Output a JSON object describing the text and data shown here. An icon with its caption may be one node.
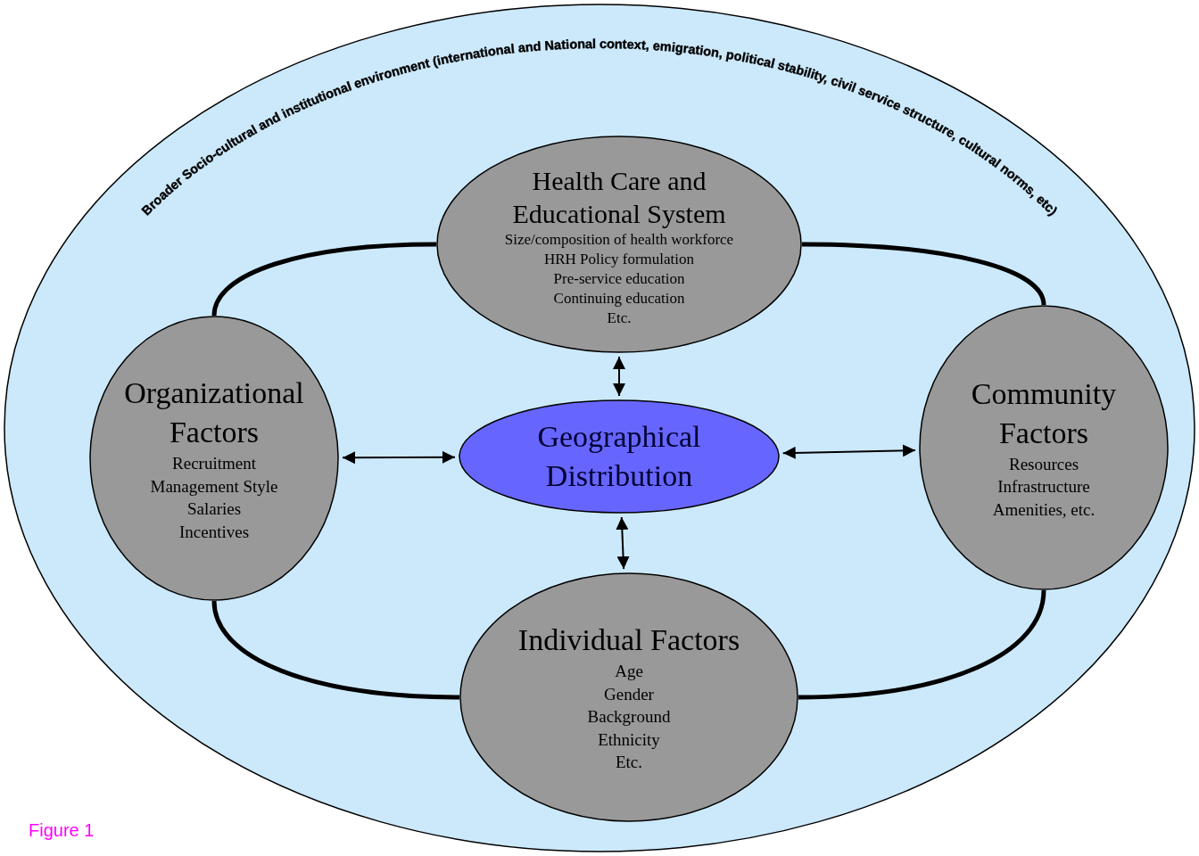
{
  "diagram": {
    "caption": "Figure 1",
    "nodes": [
      {
        "text": [
          "Broader Socio-cultural and institutional environment (international and National context, emigration, political stability, civil service structure, cultural norms, etc)"
        ]
      },
      {
        "text": [
          "Health Care and Educational System",
          "Size/composition of health workforce",
          "HRH Policy formulation",
          "Pre-service education",
          "Continuing education",
          "Etc."
        ],
        "in": 0
      },
      {
        "text": [
          "Organizational Factors",
          "Recruitment",
          "Management Style",
          "Salaries",
          "Incentives"
        ],
        "in": 0
      },
      {
        "text": [
          "Geographical Distribution"
        ],
        "in": 0
      },
      {
        "text": [
          "Community Factors",
          "Resources",
          "Infrastructure",
          "Amenities, etc."
        ],
        "in": 0
      },
      {
        "text": [
          "Individual Factors",
          "Age",
          "Gender",
          "Background",
          "Ethnicity",
          "Etc."
        ],
        "in": 0
      }
    ],
    "edges": [
      {
        "from": 1,
        "to": 4,
        "arrow": "none",
        "style": "thick"
      },
      {
        "from": 4,
        "to": 5,
        "arrow": "none",
        "style": "thick"
      },
      {
        "from": 5,
        "to": 2,
        "arrow": "none",
        "style": "thick"
      },
      {
        "from": 2,
        "to": 1,
        "arrow": "none",
        "style": "thick"
      },
      {
        "from": 3,
        "to": 1,
        "arrow": "both"
      },
      {
        "from": 3,
        "to": 2,
        "arrow": "both"
      },
      {
        "from": 3,
        "to": 4,
        "arrow": "both"
      },
      {
        "from": 3,
        "to": 5,
        "arrow": "both"
      }
    ]
  }
}
